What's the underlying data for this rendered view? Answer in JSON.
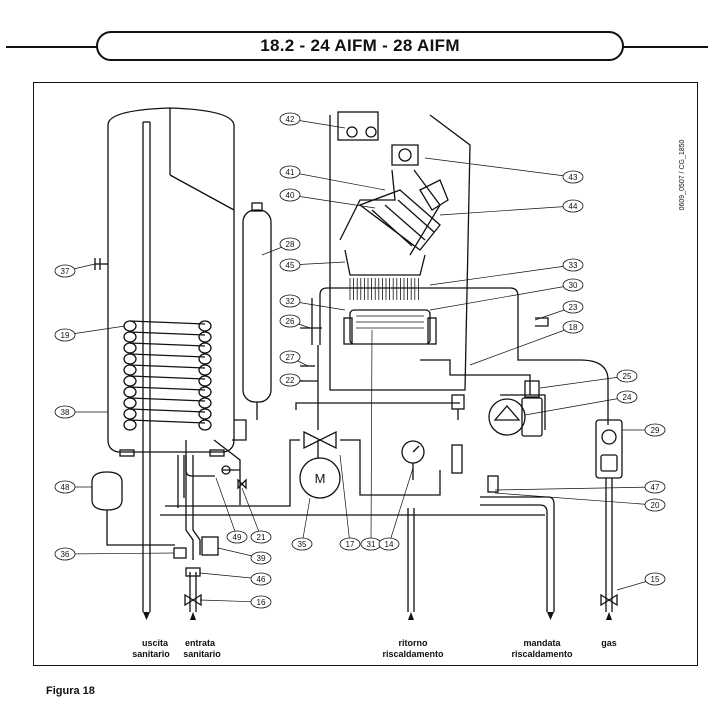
{
  "header": {
    "title": "18.2 - 24 AIFM - 28 AIFM"
  },
  "doc_code": "0609_0507 / CG_1850",
  "callouts": [
    "42",
    "43",
    "41",
    "40",
    "44",
    "28",
    "45",
    "33",
    "30",
    "32",
    "23",
    "26",
    "18",
    "27",
    "22",
    "25",
    "24",
    "29",
    "37",
    "19",
    "38",
    "48",
    "36",
    "21",
    "49",
    "35",
    "17",
    "31",
    "14",
    "47",
    "20",
    "39",
    "46",
    "16",
    "15"
  ],
  "motor_label": "M",
  "bottom_labels": {
    "uscita": [
      "uscita",
      "sanitario"
    ],
    "entrata": [
      "entrata",
      "sanitario"
    ],
    "ritorno": [
      "ritorno",
      "riscaldamento"
    ],
    "mandata": [
      "mandata",
      "riscaldamento"
    ],
    "gas": [
      "gas"
    ]
  },
  "caption": "Figura 18"
}
